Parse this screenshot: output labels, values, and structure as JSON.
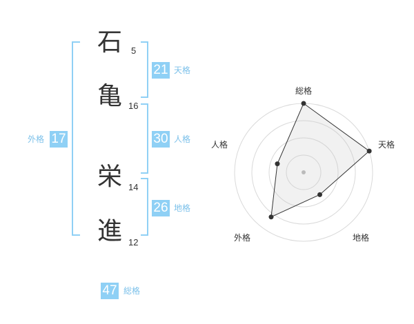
{
  "name": {
    "chars": [
      {
        "char": "石",
        "strokes": "5"
      },
      {
        "char": "亀",
        "strokes": "16"
      },
      {
        "char": "栄",
        "strokes": "14"
      },
      {
        "char": "進",
        "strokes": "12"
      }
    ]
  },
  "fortune": {
    "tenkaku": {
      "value": "21",
      "label": "天格"
    },
    "jinkaku": {
      "value": "30",
      "label": "人格"
    },
    "chikaku": {
      "value": "26",
      "label": "地格"
    },
    "gaikaku": {
      "value": "17",
      "label": "外格"
    },
    "soukaku": {
      "value": "47",
      "label": "総格"
    }
  },
  "colors": {
    "accent": "#8fd0f5",
    "accent_text": "#7cc1ea",
    "text": "#333333"
  },
  "chart_data": {
    "type": "radar",
    "axes": [
      "総格",
      "天格",
      "地格",
      "外格",
      "人格"
    ],
    "values": [
      5,
      5,
      2,
      4,
      2
    ],
    "rmax": 5,
    "rings": 4
  }
}
